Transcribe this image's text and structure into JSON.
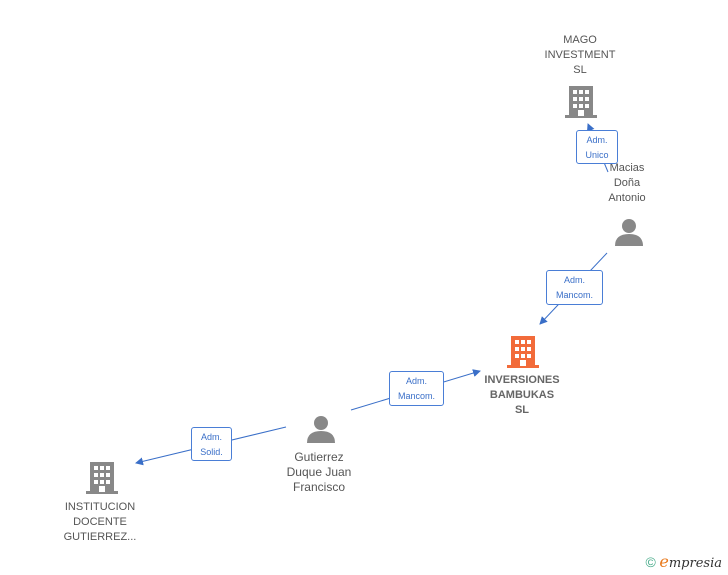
{
  "nodes": {
    "mago": {
      "line1": "MAGO",
      "line2": "INVESTMENT",
      "line3": "SL"
    },
    "macias": {
      "line1": "Macias",
      "line2": "Doña",
      "line3": "Antonio"
    },
    "inversiones": {
      "line1": "INVERSIONES",
      "line2": "BAMBUKAS",
      "line3": "SL"
    },
    "gutierrez": {
      "line1": "Gutierrez",
      "line2": "Duque Juan",
      "line3": "Francisco"
    },
    "institucion": {
      "line1": "INSTITUCION",
      "line2": "DOCENTE",
      "line3": "GUTIERREZ..."
    }
  },
  "edges": {
    "macias_mago": {
      "line1": "Adm.",
      "line2": "Unico"
    },
    "macias_inversiones": {
      "line1": "Adm.",
      "line2": "Mancom."
    },
    "gutierrez_inversiones": {
      "line1": "Adm.",
      "line2": "Mancom."
    },
    "gutierrez_institucion": {
      "line1": "Adm.",
      "line2": "Solid."
    }
  },
  "colors": {
    "main_company": "#f26b3a",
    "company": "#888888",
    "person": "#888888",
    "edge": "#3a6fc8"
  },
  "footer": {
    "copyright": "©",
    "brand_e": "e",
    "brand_rest": "mpresia"
  }
}
